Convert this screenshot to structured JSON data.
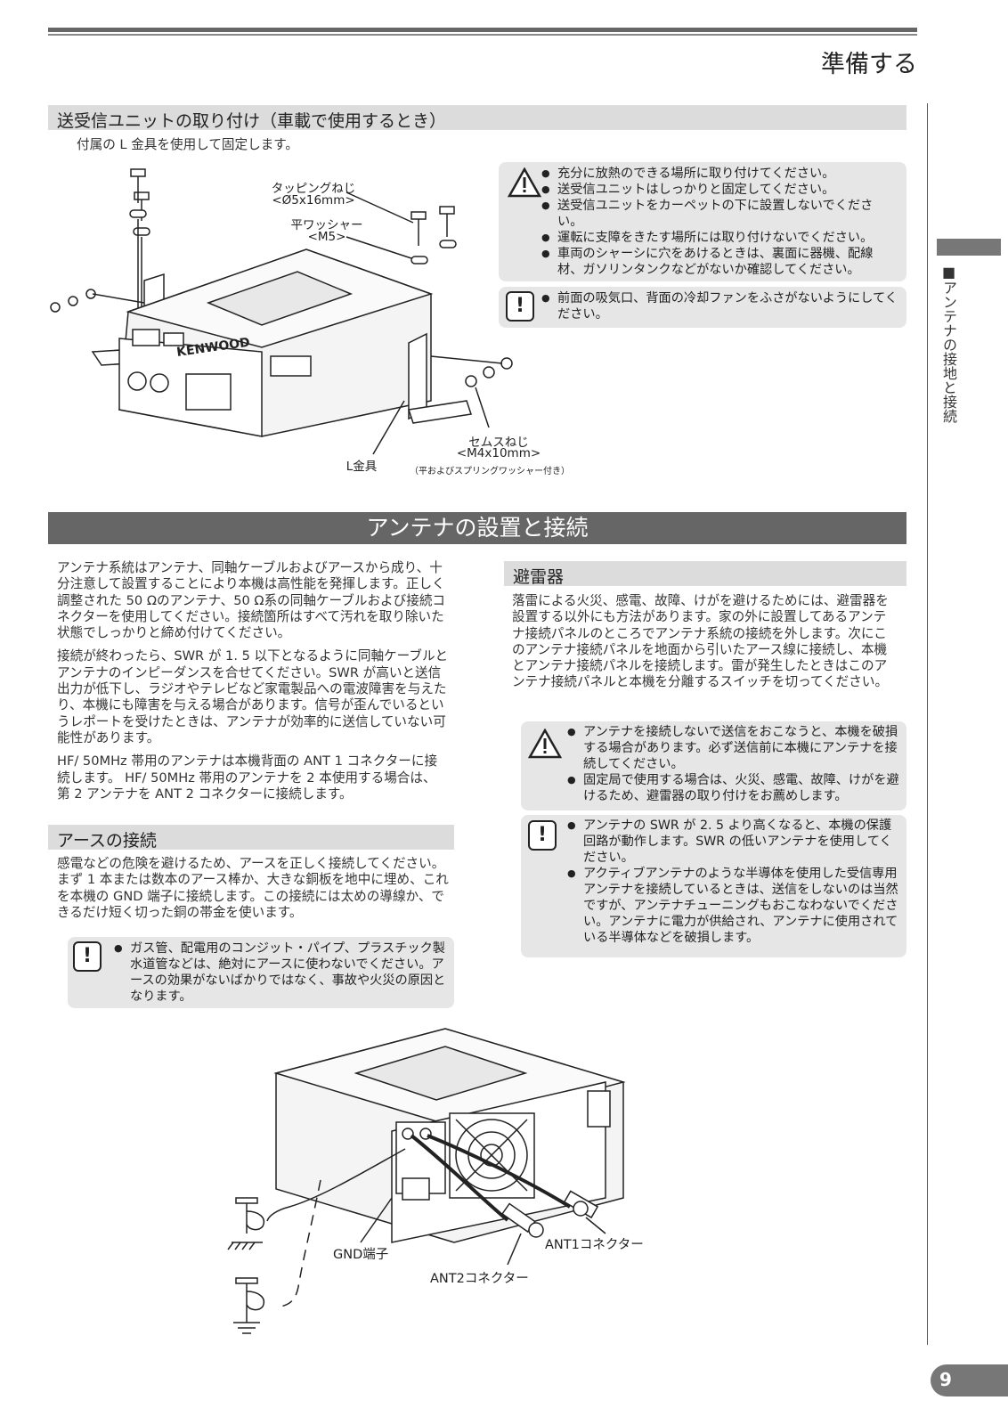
{
  "page": {
    "heading": "準備する",
    "side_tab": "■アンテナの接地と接続",
    "number": "9"
  },
  "mount": {
    "title": "送受信ユニットの取り付け（車載で使用するとき）",
    "intro": "付属の L 金具を使用して固定します。",
    "labels": {
      "tapping_screw": "タッピングねじ",
      "tapping_screw_size": "<Ø5x16mm>",
      "flat_washer": "平ワッシャー",
      "flat_washer_size": "<M5>",
      "sems_screw": "セムスねじ",
      "sems_screw_size": "<M4x10mm>",
      "sems_note": "（平およびスプリングワッシャー付き）",
      "l_bracket": "L金具",
      "brand": "KENWOOD"
    },
    "warnings": [
      "充分に放熱のできる場所に取り付けてください。",
      "送受信ユニットはしっかりと固定してください。",
      "送受信ユニットをカーペットの下に設置しないでください。",
      "運転に支障をきたす場所には取り付けないでください。",
      "車両のシャーシに穴をあけるときは、裏面に器機、配線材、ガソリンタンクなどがないか確認してください。"
    ],
    "cautions": [
      "前面の吸気口、背面の冷却ファンをふさがないようにしてください。"
    ]
  },
  "antenna": {
    "title": "アンテナの設置と接続",
    "paragraphs": [
      "アンテナ系統はアンテナ、同軸ケーブルおよびアースから成り、十分注意して設置することにより本機は高性能を発揮します。正しく調整された 50 Ωのアンテナ、50 Ω系の同軸ケーブルおよび接続コネクターを使用してください。接続箇所はすべて汚れを取り除いた状態でしっかりと締め付けてください。",
      "接続が終わったら、SWR が 1. 5 以下となるように同軸ケーブルとアンテナのインピーダンスを合せてください。SWR が高いと送信出力が低下し、ラジオやテレビなど家電製品への電波障害を与えたり、本機にも障害を与える場合があります。信号が歪んでいるというレポートを受けたときは、アンテナが効率的に送信していない可能性があります。",
      "HF/ 50MHz 帯用のアンテナは本機背面の ANT 1 コネクターに接続します。 HF/ 50MHz 帯用のアンテナを 2 本使用する場合は、第 2 アンテナを ANT 2 コネクターに接続します。"
    ]
  },
  "ground": {
    "title": "アースの接続",
    "paragraph": "感電などの危険を避けるため、アースを正しく接続してください。まず 1 本または数本のアース棒か、大きな銅板を地中に埋め、これを本機の GND 端子に接続します。この接続には太めの導線か、できるだけ短く切った銅の帯金を使います。",
    "cautions": [
      "ガス管、配電用のコンジット・パイプ、プラスチック製水道管などは、絶対にアースに使わないでください。アースの効果がないばかりではなく、事故や火災の原因となります。"
    ]
  },
  "lightning": {
    "title": "避雷器",
    "paragraph": "落雷による火災、感電、故障、けがを避けるためには、避雷器を設置する以外にも方法があります。家の外に設置してあるアンテナ接続パネルのところでアンテナ系統の接続を外します。次にこのアンテナ接続パネルを地面から引いたアース線に接続し、本機とアンテナ接続パネルを接続します。雷が発生したときはこのアンテナ接続パネルと本機を分離するスイッチを切ってください。",
    "warnings": [
      "アンテナを接続しないで送信をおこなうと、本機を破損する場合があります。必ず送信前に本機にアンテナを接続してください。",
      "固定局で使用する場合は、火災、感電、故障、けがを避けるため、避雷器の取り付けをお薦めします。"
    ],
    "cautions": [
      "アンテナの SWR が 2. 5 より高くなると、本機の保護回路が動作します。SWR の低いアンテナを使用してください。",
      "アクティブアンテナのような半導体を使用した受信専用アンテナを接続しているときは、送信をしないのは当然ですが、アンテナチューニングもおこなわないでください。アンテナに電力が供給され、アンテナに使用されている半導体などを破損します。"
    ]
  },
  "rear_diagram": {
    "gnd_label": "GND端子",
    "ant1_label": "ANT1コネクター",
    "ant2_label": "ANT2コネクター"
  }
}
